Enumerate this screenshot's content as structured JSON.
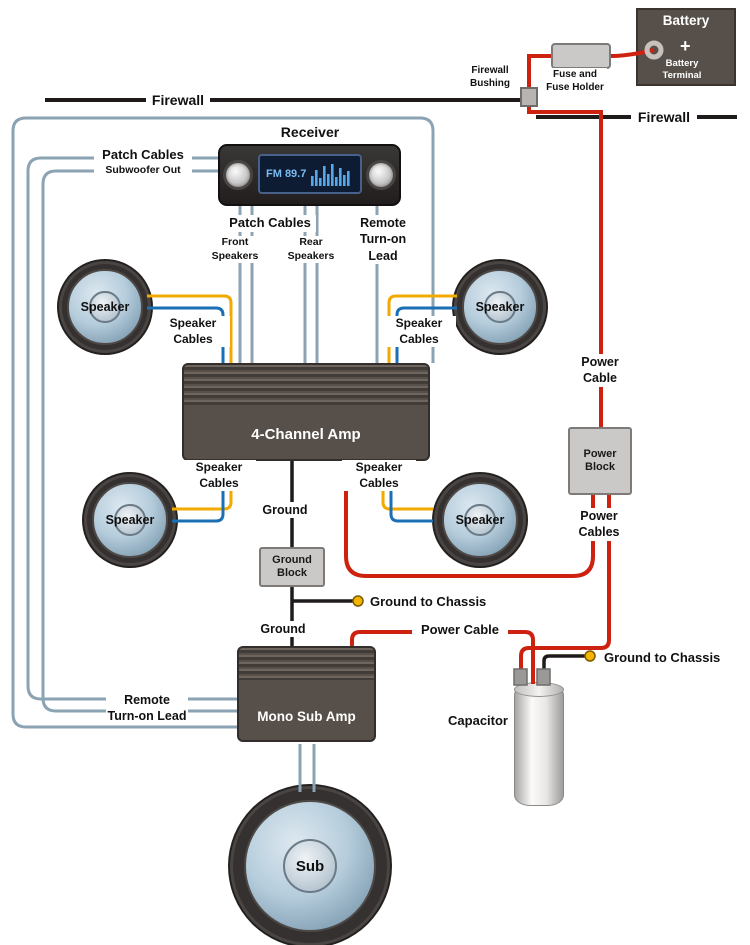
{
  "colors": {
    "wire_power": "#ce2210",
    "wire_ground": "#1f1b1a",
    "wire_patch": "#8ba3b3",
    "wire_speaker_yellow": "#f2a900",
    "wire_speaker_blue": "#1a6fb5",
    "amp_body": "#57504a",
    "block_bg": "#cbc9c7",
    "battery_bg": "#57504a",
    "display_bg": "#0d1b33",
    "display_text": "#79bcf0"
  },
  "battery": {
    "title": "Battery",
    "terminal_label": "Battery Terminal",
    "plus": "+"
  },
  "labels": {
    "firewall": "Firewall",
    "firewall_bushing": "Firewall Bushing",
    "fuse_holder": "Fuse and Fuse Holder",
    "receiver": "Receiver",
    "display_freq": "FM 89.7",
    "patch_cables": "Patch Cables",
    "subwoofer_out": "Subwoofer Out",
    "front_speakers": "Front Speakers",
    "rear_speakers": "Rear Speakers",
    "remote_turn_on_lead": "Remote Turn-on Lead",
    "speaker": "Speaker",
    "speaker_cables": "Speaker Cables",
    "four_channel_amp": "4-Channel Amp",
    "power_cable": "Power Cable",
    "power_cables": "Power Cables",
    "power_block": "Power Block",
    "ground": "Ground",
    "ground_block": "Ground Block",
    "ground_to_chassis": "Ground to Chassis",
    "mono_sub_amp": "Mono Sub Amp",
    "capacitor": "Capacitor",
    "sub": "Sub"
  }
}
